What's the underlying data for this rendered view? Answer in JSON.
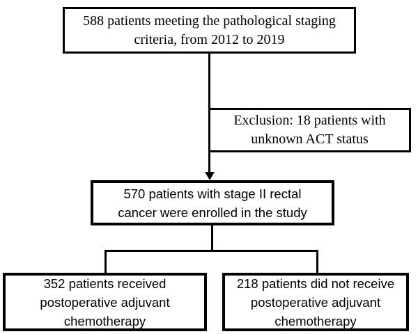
{
  "diagram": {
    "type": "flowchart",
    "colors": {
      "line": "#000000",
      "background": "#ffffff",
      "text": "#000000"
    },
    "nodes": {
      "total": {
        "lines": [
          "588 patients meeting the pathological staging",
          "criteria, from 2012 to 2019"
        ]
      },
      "exclusion": {
        "lines": [
          "Exclusion: 18 patients with",
          "unknown ACT status"
        ]
      },
      "enrolled": {
        "lines": [
          "570 patients with stage II rectal",
          "cancer were enrolled in the study"
        ]
      },
      "adjuvant": {
        "lines": [
          "352 patients received",
          "postoperative adjuvant",
          "chemotherapy"
        ]
      },
      "no_adjuvant": {
        "lines": [
          "218 patients did not receive",
          "postoperative adjuvant",
          "chemotherapy"
        ]
      }
    }
  }
}
